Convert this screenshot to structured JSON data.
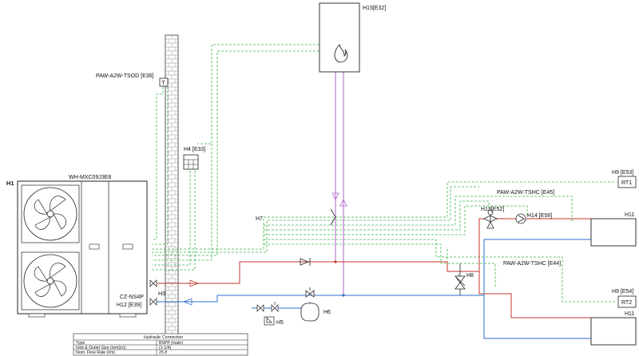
{
  "labels": {
    "boiler": "H15[E32]",
    "outdoor_sensor": "PAW-A2W-TSOD [E36]",
    "sensor_t": "T",
    "remote": "H4 [E33]",
    "h1": "H1",
    "outdoor_unit": "WH-MXC09J3E8",
    "controller": "CZ-NS4P",
    "controller_ref": "H12 [E39]",
    "h3": "H3",
    "h5": "H5",
    "h6": "H6",
    "h7": "H7",
    "h8": "H8",
    "h13": "H13[E52]",
    "h14": "H14 [E58]",
    "h9_top": "H9 [E53]",
    "rt1": "RT1",
    "h9_bottom": "H9 [E54]",
    "rt2": "RT2",
    "tshc_top": "PAW-A2W-TSHC [E45]",
    "tshc_bottom": "PAW-A2W-TSHC [E44]",
    "h11_top": "H11",
    "h11_bottom": "H11"
  },
  "hydraulic_table": {
    "title": "Hydraulic Connection",
    "rows": [
      {
        "label": "Type",
        "value": "BSPP (male)"
      },
      {
        "label": "Inlet & Outlet Size (mm(in))",
        "value": "(1-1/4)"
      },
      {
        "label": "Nom. Flow Rate (l/m)",
        "value": "25.8"
      }
    ]
  },
  "colors": {
    "flow_pipe": "#c0392b",
    "return_pipe": "#2e6fd0",
    "dhw_pipe": "#b060c8",
    "signal_wire": "#39b54a",
    "line": "#222222"
  }
}
